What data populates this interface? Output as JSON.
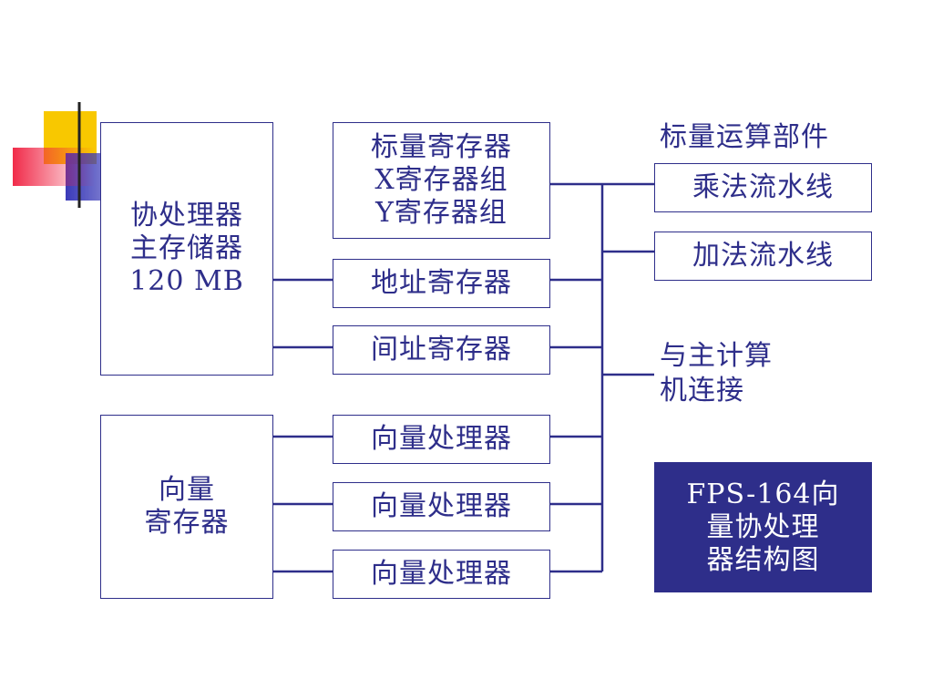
{
  "diagram": {
    "coprocessor_memory": {
      "lines": [
        "协处理器",
        "主存储器",
        "120 MB"
      ]
    },
    "vector_register": {
      "lines": [
        "向量",
        "寄存器"
      ]
    },
    "scalar_register": {
      "lines": [
        "标量寄存器",
        "X寄存器组",
        "Y寄存器组"
      ]
    },
    "address_register": {
      "lines": [
        "地址寄存器"
      ]
    },
    "indirect_register": {
      "lines": [
        "间址寄存器"
      ]
    },
    "vector_processors": [
      {
        "label": "向量处理器"
      },
      {
        "label": "向量处理器"
      },
      {
        "label": "向量处理器"
      }
    ],
    "scalar_unit_label": "标量运算部件",
    "multiplier_pipeline": "乘法流水线",
    "adder_pipeline": "加法流水线",
    "host_link": {
      "lines": [
        "与主计算",
        "机连接"
      ]
    },
    "title": {
      "lines": [
        "FPS-164向",
        "量协处理",
        "器结构图"
      ]
    }
  },
  "colors": {
    "line": "#2e2e8a",
    "title_bg": "#2e2e8a",
    "title_text": "#ffffff",
    "deco_yellow": "#f8c800",
    "deco_blue": "#3a3ab8",
    "deco_red": "#f02040"
  }
}
